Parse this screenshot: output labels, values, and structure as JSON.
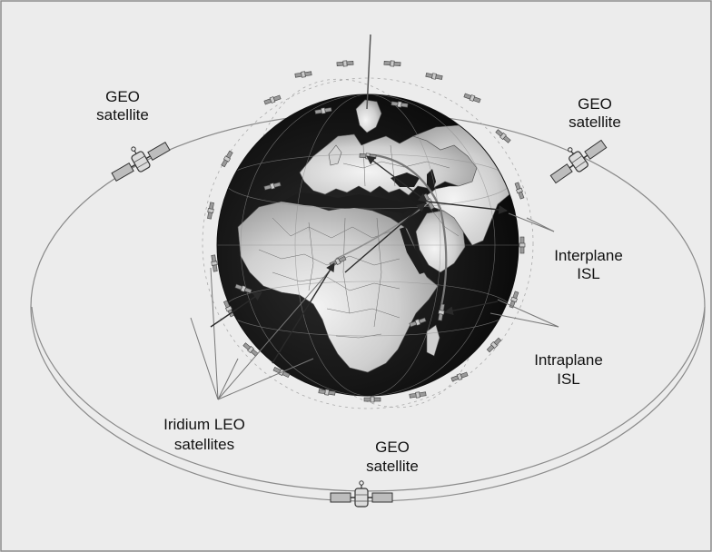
{
  "colors": {
    "panel_background": "#ececec",
    "panel_border": "#8a8a8a",
    "ocean": "#1a1a1a",
    "land": "#dadada",
    "orbit_line": "#8a8a8a",
    "satellite_body": "#d8d8d8"
  },
  "icons": {
    "satellite": "satellite-icon",
    "globe": "earth-globe"
  },
  "labels": {
    "geo_left": {
      "line1": "GEO",
      "line2": "satellite"
    },
    "geo_right": {
      "line1": "GEO",
      "line2": "satellite"
    },
    "geo_bottom": {
      "line1": "GEO",
      "line2": "satellite"
    },
    "interplane": {
      "line1": "Interplane",
      "line2": "ISL"
    },
    "intraplane": {
      "line1": "Intraplane",
      "line2": "ISL"
    },
    "iridium": {
      "line1": "Iridium LEO",
      "line2": "satellites"
    }
  }
}
